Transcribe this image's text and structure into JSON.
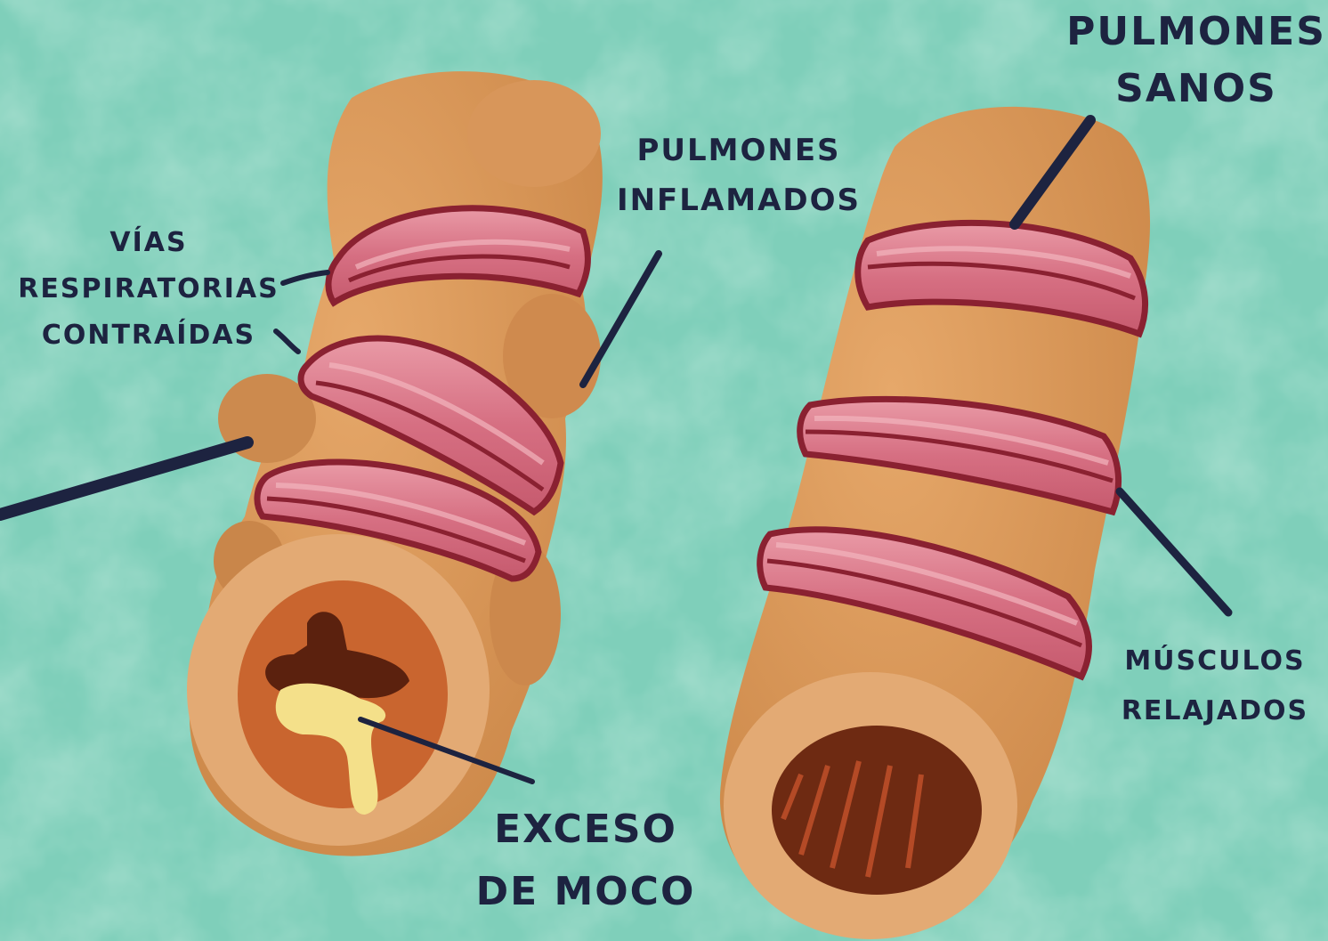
{
  "colors": {
    "background": "#7fcfba",
    "tube": "#d79659",
    "tube_shadow": "#c5803f",
    "muscle": "#d87a8a",
    "muscle_outline": "#8a2131",
    "mucus": "#f4e08a",
    "lumen_inflamed": "#c9652f",
    "lumen_dark": "#6e2a12",
    "label_text": "#1d2340"
  },
  "labels": {
    "healthy_lungs": [
      "PULMONES",
      "SANOS"
    ],
    "inflamed_lungs": [
      "PULMONES",
      "INFLAMADOS"
    ],
    "constricted_airways": [
      "VÍAS",
      "RESPIRATORIAS",
      "CONTRAÍDAS"
    ],
    "relaxed_muscles": [
      "MÚSCULOS",
      "RELAJADOS"
    ],
    "excess_mucus": [
      "EXCESO",
      "DE MOCO"
    ]
  }
}
